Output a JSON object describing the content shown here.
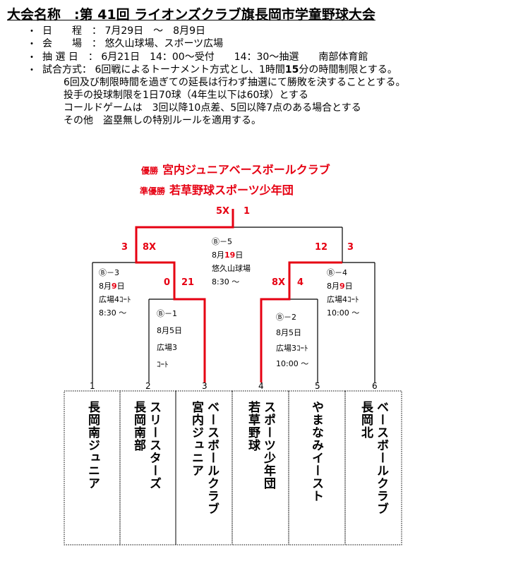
{
  "title": "大会名称　:第 41回 ライオンズクラブ旗長岡市学童野球大会",
  "info": {
    "dates_label": "日　　程　：",
    "dates_value": "7月29日　～　8月9日",
    "venue_label": "会　　場　：",
    "venue_value": "悠久山球場、スポーツ広場",
    "draw_label": "抽 選 日　：",
    "draw_value": "6月21日　14：00～受付　　14：30～抽選　　南部体育館",
    "format_label": "試合方式：",
    "format_line1_a": "6回戦によるトーナメント方式とし、1時間",
    "format_line1_b": "15",
    "format_line1_c": "分の時間制限とする。",
    "format_line2": "6回及び制限時間を過ぎての延長は行わず抽選にて勝敗を決することとする。",
    "format_line3": "投手の投球制限を1日70球（4年生以下は60球）とする",
    "format_line4": "コールドゲームは　3回以降10点差、5回以降7点のある場合とする",
    "format_line5": "その他　盗塁無しの特別ルールを適用する。"
  },
  "results": {
    "champion_label": "優勝",
    "champion_team": "宮内ジュニアベースボールクラブ",
    "runnerup_label": "準優勝",
    "runnerup_team": "若草野球スポーツ少年団"
  },
  "scores": {
    "final_left": "5X",
    "final_right": "1",
    "semi1_left": "3",
    "semi1_right": "8X",
    "semi2_left": "12",
    "semi2_right": "3",
    "m3_left": "0",
    "m3_right": "21",
    "m4_left": "8X",
    "m4_right": "4"
  },
  "matches": {
    "m5": {
      "id": "Ⓑ－5",
      "date_a": "8月",
      "date_b": "19",
      "date_c": "日",
      "place": "悠久山球場",
      "time": "8:30 ～"
    },
    "m3": {
      "id": "Ⓑ－3",
      "date_a": "8月",
      "date_b": "9",
      "date_c": "日",
      "place": "広場4ｺｰﾄ",
      "time": "8:30 ～"
    },
    "m4": {
      "id": "Ⓑ－4",
      "date_a": "8月",
      "date_b": "9",
      "date_c": "日",
      "place": "広場4ｺｰﾄ",
      "time": "10:00 ～"
    },
    "m1": {
      "id": "Ⓑ－1",
      "date": "8月5日",
      "place": "広場3",
      "court": "ｺｰﾄ"
    },
    "m2": {
      "id": "Ⓑ－2",
      "date": "8月5日",
      "place": "広場3ｺｰﾄ",
      "time": "10:00 ～"
    }
  },
  "slots": [
    "1",
    "2",
    "3",
    "4",
    "5",
    "6"
  ],
  "teams": [
    {
      "col1": "長岡南ジュニア",
      "col2": ""
    },
    {
      "col1": "スリースターズ",
      "col2": "長岡南部"
    },
    {
      "col1": "ベースボールクラブ",
      "col2": "宮内ジュニア"
    },
    {
      "col1": "スポーツ少年団",
      "col2": "若草野球"
    },
    {
      "col1": "やまなみイースト",
      "col2": ""
    },
    {
      "col1": "ベースボールクラブ",
      "col2": "長岡北"
    }
  ],
  "colors": {
    "win": "#e60012",
    "line": "#000000"
  }
}
